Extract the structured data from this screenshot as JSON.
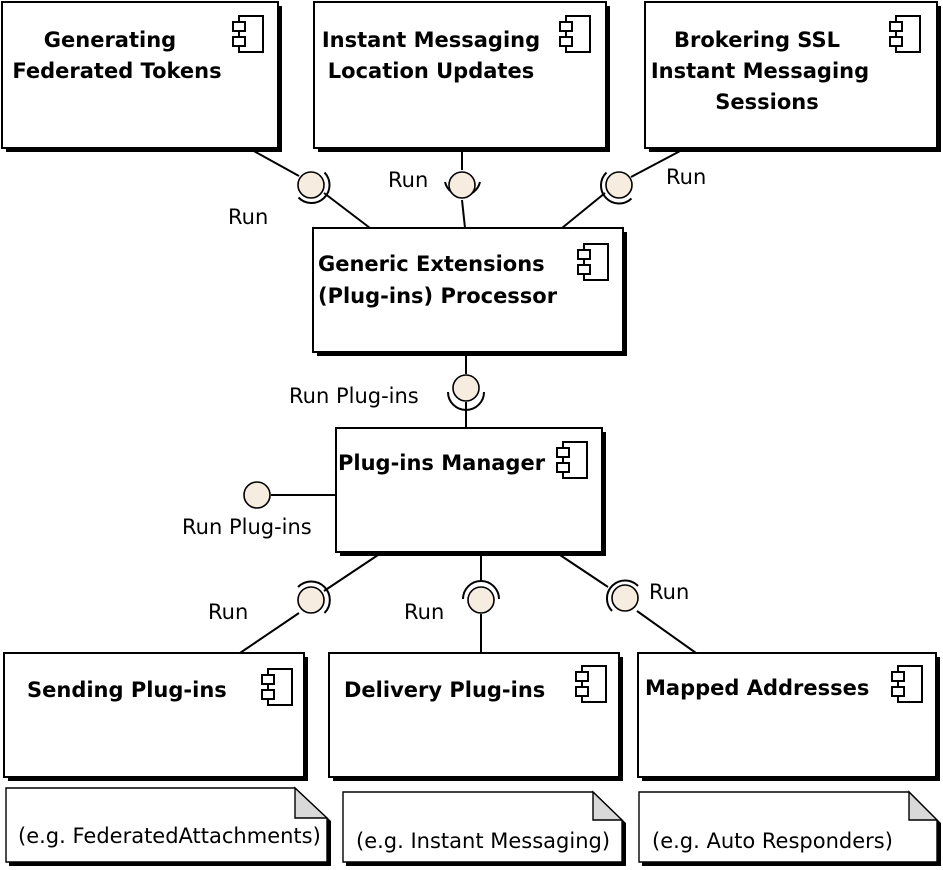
{
  "components": {
    "federated_tokens": {
      "lines": [
        "Generating",
        "Federated Tokens"
      ]
    },
    "im_location": {
      "lines": [
        "Instant Messaging",
        "Location Updates"
      ]
    },
    "ssl_brokering": {
      "lines": [
        "Brokering SSL",
        "Instant Messaging",
        "Sessions"
      ]
    },
    "generic_processor": {
      "lines": [
        "Generic Extensions",
        "(Plug-ins) Processor"
      ]
    },
    "plugins_manager": {
      "lines": [
        "Plug-ins Manager"
      ]
    },
    "sending_plugins": {
      "lines": [
        "Sending Plug-ins"
      ]
    },
    "delivery_plugins": {
      "lines": [
        "Delivery Plug-ins"
      ]
    },
    "mapped_addresses": {
      "lines": [
        "Mapped Addresses"
      ]
    }
  },
  "interface_labels": {
    "run_left": "Run",
    "run_middle": "Run",
    "run_right": "Run",
    "run_plugins_top": "Run Plug-ins",
    "run_plugins_provided": "Run Plug-ins",
    "run_sending": "Run",
    "run_delivery": "Run",
    "run_mapped": "Run"
  },
  "notes": {
    "sending_note": "(e.g. FederatedAttachments)",
    "delivery_note": "(e.g. Instant Messaging)",
    "mapped_note": "(e.g. Auto Responders)"
  },
  "colors": {
    "interface_fill": "#f6ecdf",
    "note_fold": "#d9d9d9"
  }
}
